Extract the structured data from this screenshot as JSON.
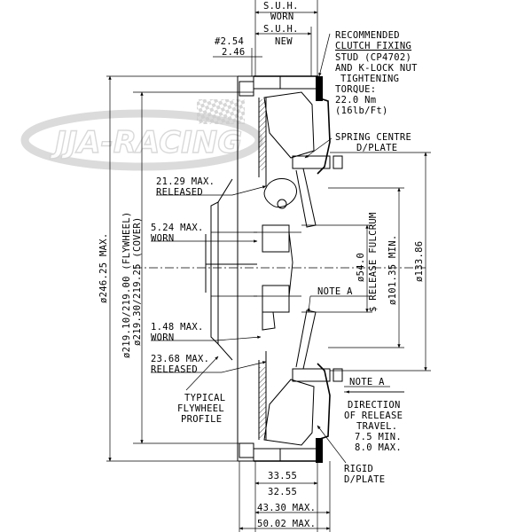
{
  "logo": {
    "text": "JJA-RACING"
  },
  "labels": {
    "suh_worn_1": "S.U.H.",
    "suh_worn_2": "WORN",
    "suh_new_1": "S.U.H.",
    "suh_new_2": "NEW",
    "dim_254": "#2.54",
    "dim_246": "2.46",
    "fixing_1": "RECOMMENDED",
    "fixing_2": "CLUTCH FIXING",
    "fixing_3": "STUD (CP4702)",
    "fixing_4": "AND K-LOCK NUT",
    "fixing_5": "TIGHTENING",
    "fixing_6": "TORQUE:",
    "fixing_7": "22.0 Nm",
    "fixing_8": "(16lb/Ft)",
    "spring_1": "SPRING CENTRE",
    "spring_2": "D/PLATE",
    "dim_2129": "21.29 MAX.",
    "released_1": "RELEASED",
    "dim_524": "5.24 MAX.",
    "worn_1": "WORN",
    "dim_148": "1.48 MAX.",
    "worn_2": "WORN",
    "dim_2368": "23.68 MAX.",
    "released_2": "RELEASED",
    "typ_1": "TYPICAL",
    "typ_2": "FLYWHEEL",
    "typ_3": "PROFILE",
    "dim_24625": "ø246.25 MAX.",
    "dim_219_fw": "ø219.10/219.00 (FLYWHEEL)",
    "dim_219_cv": "ø219.30/219.25 (COVER)",
    "dim_54": "ø54.0",
    "fulcrum": "$ RELEASE FULCRUM",
    "dim_10135": "ø101.35 MIN.",
    "dim_13386": "ø133.86",
    "note_a_1": "NOTE A",
    "note_a_2": "NOTE A",
    "dir_1": "DIRECTION",
    "dir_2": "OF RELEASE",
    "dir_3": "TRAVEL.",
    "dir_4": "7.5 MIN.",
    "dir_5": "8.0 MAX.",
    "rigid_1": "RIGID",
    "rigid_2": "D/PLATE",
    "dim_3355": "33.55",
    "dim_3255": "32.55",
    "dim_4330": "43.30 MAX.",
    "dim_5002": "50.02 MAX."
  }
}
